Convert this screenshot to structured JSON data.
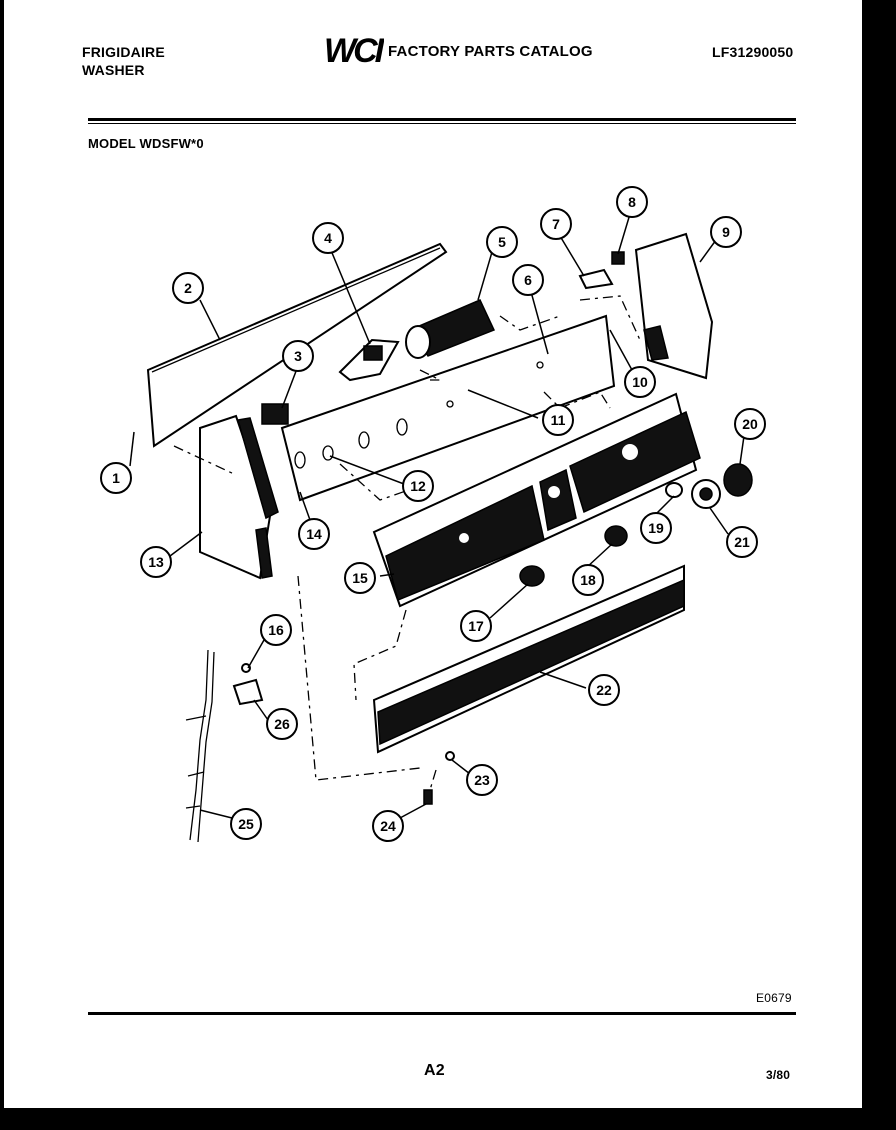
{
  "header": {
    "brand": "FRIGIDAIRE",
    "product": "WASHER",
    "logo_text": "WCI",
    "catalog_title": "FACTORY PARTS CATALOG",
    "part_number": "LF31290050"
  },
  "model_label": "MODEL WDSFW*0",
  "footer": {
    "figure_code": "E0679",
    "page": "A2",
    "date": "3/80"
  },
  "callouts": [
    "1",
    "2",
    "3",
    "4",
    "5",
    "6",
    "7",
    "8",
    "9",
    "10",
    "11",
    "12",
    "13",
    "14",
    "15",
    "16",
    "17",
    "18",
    "19",
    "20",
    "21",
    "22",
    "23",
    "24",
    "25",
    "26"
  ]
}
